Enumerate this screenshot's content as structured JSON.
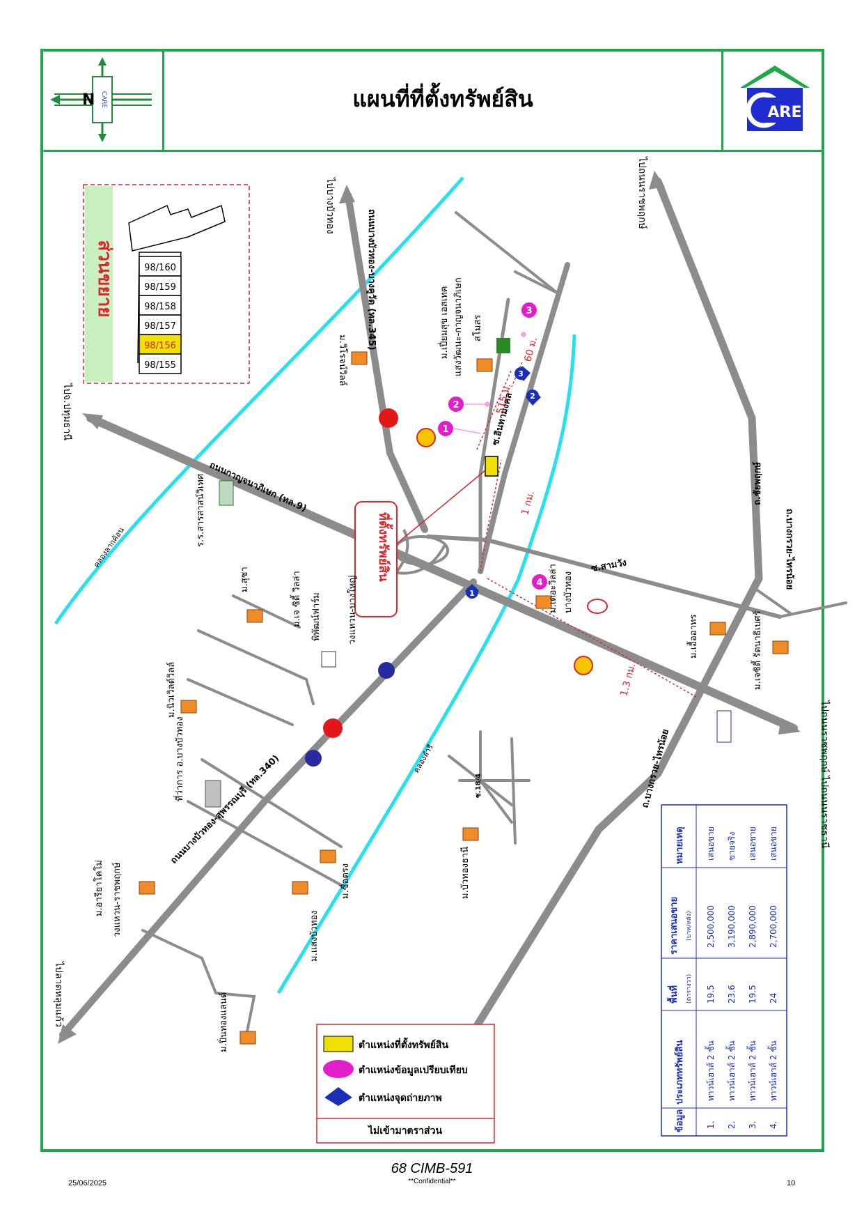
{
  "header": {
    "title": "แผนที่ที่ตั้งทรัพย์สิน",
    "compass_letter": "N",
    "compass_brand": "CARE",
    "logo_text": "ARE"
  },
  "inset": {
    "banner": "ส่วนขยาย",
    "plots": [
      "98/160",
      "98/159",
      "98/158",
      "98/157",
      "98/156",
      "98/155"
    ],
    "highlighted_plot": "98/156"
  },
  "map_labels": {
    "to_bang_bua_thong": "ไปบางบัวทอง",
    "to_nonthaburi_top": "ไปถนนราชพฤกษ์",
    "to_pathum": "ไปจ.ปทุมธานี",
    "to_lat_lum_kaeo": "ไปลาดหลุมแก้ว",
    "to_nonthaburi_right": "ไปถนนราชพฤกษ์ ไปถนนนราชธานี",
    "road_kanchana": "ถนนกาญจนาภิเษก (ทล.9)",
    "road_bangbuathong_bangkhuwat": "ถนนบางบัวทอง-บางคูวัด (ทล.345)",
    "road_bangbuathong_suphan": "ถนนบางบัวทอง-สุพรรณบุรี (ทล.340)",
    "road_bangkruai_sainoi": "ถ.บางกรวย-ไทรน้อย",
    "road_bangkruai_sainoi_2": "ถ.บางกรวย-ไทรน้อย",
    "road_chaiyaphruek": "ถ.ชัยพฤกษ์",
    "soi_samwang": "ซ.สามวัง",
    "soi_inthawong": "ซ.อินทามงคล",
    "soi_184": "ซ.18/4",
    "khlong_lam_ko": "คลองลากค้อน",
    "khlong_lam_ri": "คลองลำรี",
    "property_tag": "ที่ตั้งทรัพย์สิน",
    "dist_515": "515 ม.",
    "dist_60": "60 ม.",
    "dist_1km": "1 กม.",
    "dist_13km": "1.3 กม.",
    "school": "ร.ร.สารสาสน์วิเทศ",
    "district_office": "ที่ว่าการ อ.บางบัวทอง",
    "vill_virojvilla": "ม.วิโรจน์วิลล์",
    "vill_piamsuk": "ม.เปี่ยมสุข เอสเทค",
    "vill_sangwattana": "แสงวัฒนะ-กาญจนาภิเษก",
    "vill_samrong": "สโมสร",
    "vill_suchat": "ม.สุชา",
    "vill_je": "ม.เจ ซิตี้ วิลล่า",
    "vill_wongwaen": "วงแหวน-บางใหญ่",
    "vill_phiphatfarm": "พิพัฒน์ฟาร์ม",
    "vill_newvillage": "ม.นิวเวิลด์วิลล์",
    "vill_thevilla": "ม.เดอะวิลล่า",
    "vill_bangbuathong": "บางบัวทอง",
    "vill_uea": "ม.เอื้ออาทร",
    "vill_jcity": "ม.เจซิตี้ รัตนาธิเบศร์",
    "vill_buathongthani": "ม.บัวทองธานี",
    "vill_saengbua": "ม.แสงบัวทอง",
    "vill_chuetrong": "ม.ซื่อตรง",
    "vill_ariya": "ม.อารียาโคโม่",
    "vill_wongwaen_rp": "วงแหวน-ราชพฤกษ์",
    "vill_pinthong": "ม.ปิ่นทองแลนด์"
  },
  "legend": {
    "items": [
      {
        "label": "ตำแหน่งที่ตั้งทรัพย์สิน"
      },
      {
        "label": "ตำแหน่งข้อมูลเปรียบเทียบ"
      },
      {
        "label": "ตำแหน่งจุดถ่ายภาพ"
      }
    ],
    "scale_note": "ไม่เข้ามาตราส่วน"
  },
  "comparison_table": {
    "headers": [
      "ข้อมูล",
      "ประเภททรัพย์สิน",
      "พื้นที่",
      "ราคาเสนอขาย",
      "หมายเหตุ"
    ],
    "subheaders": [
      "",
      "",
      "(ตารางวา)",
      "(บาท/หลัง)",
      ""
    ],
    "rows": [
      {
        "no": "1.",
        "type": "ทาวน์เฮาส์ 2 ชั้น",
        "area": "19.5",
        "price": "2,500,000",
        "note": "เสนอขาย"
      },
      {
        "no": "2.",
        "type": "ทาวน์เฮาส์ 2 ชั้น",
        "area": "23.6",
        "price": "3,190,000",
        "note": "ขายจริง"
      },
      {
        "no": "3.",
        "type": "ทาวน์เฮาส์ 2 ชั้น",
        "area": "19.5",
        "price": "2,890,000",
        "note": "เสนอขาย"
      },
      {
        "no": "4.",
        "type": "ทาวน์เฮาส์ 2 ชั้น",
        "area": "24",
        "price": "2,700,000",
        "note": "เสนอขาย"
      }
    ]
  },
  "markers": {
    "comparables": [
      "1",
      "2",
      "3",
      "4"
    ],
    "photo_points": [
      "1",
      "2",
      "3"
    ]
  },
  "footer": {
    "doc_id": "68 CIMB-591",
    "confidential": "**Confidential**",
    "date": "25/06/2025",
    "page": "10"
  },
  "colors": {
    "frame": "#1fa84a",
    "road": "#8c8c8c",
    "canal": "#26e0ee",
    "comparable": "#e21ecb",
    "photo_point": "#1a2fb8",
    "property": "#f0e000",
    "tag_border": "#d9262c"
  }
}
